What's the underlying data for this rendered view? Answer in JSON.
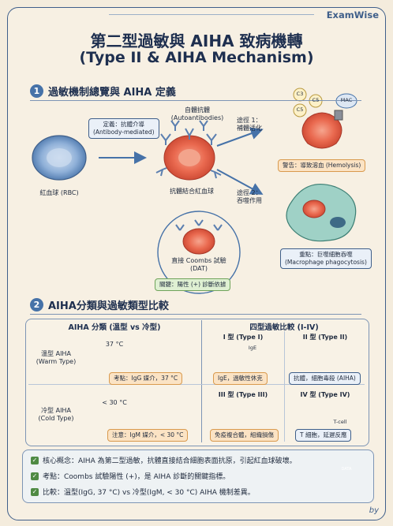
{
  "brand": "ExamWise",
  "title_zh": "第二型過敏與 AIHA 致病機轉",
  "title_en": "(Type II & AIHA Mechanism)",
  "section1": {
    "num": "1",
    "title": "過敏機制總覽與 AIHA 定義",
    "definition_tag": "定義：抗體介導\n(Antibody-mediated)",
    "rbc_label": "紅血球 (RBC)",
    "autoantibody_label": "自體抗體\n(Autoantibodies)",
    "coated_label": "抗體結合紅血球",
    "path1_label": "途徑 1：\n補體活化",
    "path2_label": "途徑 2：\n吞噬作用",
    "complement": [
      "C3",
      "C5",
      "C5",
      "MAC"
    ],
    "hemolysis_tag": "警告：導致溶血 (Hemolysis)",
    "macrophage_tag": "重點：巨噬細胞吞噬\n(Macrophage phagocytosis)",
    "coombs_label": "直接 Coombs 試驗\n(DAT)",
    "coombs_tag": "關鍵：陽性 (+) 診斷依據"
  },
  "section2": {
    "num": "2",
    "title": "AIHA分類與過敏類型比較",
    "aiha_col_title": "AIHA 分類 (溫型 vs 冷型)",
    "allergy_col_title": "四型過敏比較 (I-IV)",
    "warm_label": "溫型 AIHA\n(Warm Type)",
    "warm_temp": "37 °C",
    "warm_tag": "考點：IgG 媒介，37 °C",
    "cold_label": "冷型 AIHA\n(Cold Type)",
    "cold_temp": "< 30 °C",
    "cold_tag": "注意：IgM 媒介，< 30 °C",
    "type1_title": "I 型 (Type I)",
    "type1_ige": "IgE",
    "type1_tag": "IgE，過敏性休克",
    "type2_title": "II 型 (Type II)",
    "type2_tag": "抗體，細胞毒殺 (AIHA)",
    "type3_title": "III 型 (Type III)",
    "type3_tag": "免疫複合體，組織損傷",
    "type4_title": "IV 型 (Type IV)",
    "type4_tcell": "T-cell",
    "type4_tag": "T 細胞，延遲反應"
  },
  "summary": [
    "核心概念：AIHA 為第二型過敏，抗體直接結合細胞表面抗原，引起紅血球破壞。",
    "考點：Coombs 試驗陽性 (+)，是 AIHA 診斷的關鍵指標。",
    "比較：溫型(IgG, 37 °C) vs 冷型(IgM, < 30 °C) AIHA 機制差異。"
  ],
  "data_badge": "DATA",
  "by_text": "by",
  "colors": {
    "accent": "#4672a8",
    "rbc": "#e8604a",
    "warning": "#d99a4e",
    "key": "#6fa35a"
  }
}
